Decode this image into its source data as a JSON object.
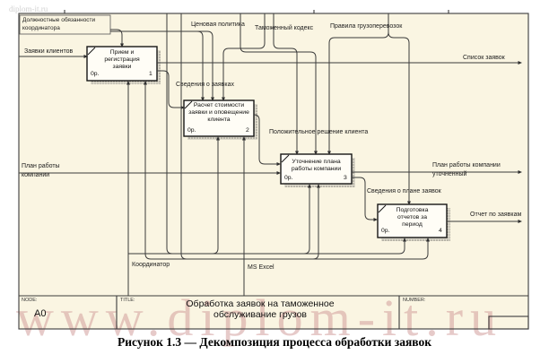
{
  "page": {
    "watermark_large": "www.diplom-it.ru",
    "watermark_small": "diplom-it.ru",
    "caption": "Рисунок 1.3 — Декомпозиция процесса обработки заявок"
  },
  "colors": {
    "canvas": "#faf5e2",
    "line": "#3b3b3b",
    "box_fill": "#fffdf6",
    "watermark": "#ce9694"
  },
  "infobar": {
    "node_label": "NODE:",
    "node_value": "A0",
    "title_label": "TITLE:",
    "title": "Обработка заявок  на таможенное\nобслуживание грузов",
    "number_label": "NUMBER:"
  },
  "activities": [
    {
      "name": "Прием и\nрегистрация\nзаявки",
      "cost": "0р.",
      "number": "1"
    },
    {
      "name": "Расчет стоимости\nзаявки и оповещение\nклиента",
      "cost": "0р.",
      "number": "2"
    },
    {
      "name": "Уточнение плана\nработы компании",
      "cost": "0р.",
      "number": "3"
    },
    {
      "name": "Подготовка\nотчетов за\nпериод",
      "cost": "0р.",
      "number": "4"
    }
  ],
  "labels": {
    "duty": "Должностные обязанности\nкоординатора",
    "client_requests": "Заявки клиентов",
    "pricing_policy": "Ценовая политика",
    "customs_code": "Таможенный кодекс",
    "cargo_rules": "Правила грузоперевозок",
    "requests_list": "Список заявок",
    "request_info": "Сведения о заявках",
    "positive_decision": "Положительное решение клиента",
    "company_plan": "План работы\nкомпании",
    "company_plan_updated": "План работы компании\nуточненный",
    "plan_info": "Сведения о плане заявок",
    "requests_report": "Отчет по заявкам",
    "coordinator": "Координатор",
    "ms_excel": "MS Excel"
  }
}
